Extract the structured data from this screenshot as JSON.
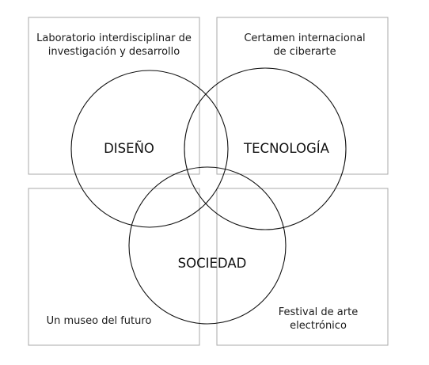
{
  "boxes": {
    "top_left": {
      "lines": [
        "Laboratorio interdisciplinar de",
        "investigación y desarrollo"
      ]
    },
    "top_right": {
      "lines": [
        "Certamen internacional",
        "de ciberarte"
      ]
    },
    "bottom_left": {
      "lines": [
        "Un museo del futuro"
      ]
    },
    "bottom_right": {
      "lines": [
        "Festival de arte",
        "electrónico"
      ]
    }
  },
  "circles": {
    "design": "DISEÑO",
    "technology": "TECNOLOGÍA",
    "society": "SOCIEDAD"
  }
}
